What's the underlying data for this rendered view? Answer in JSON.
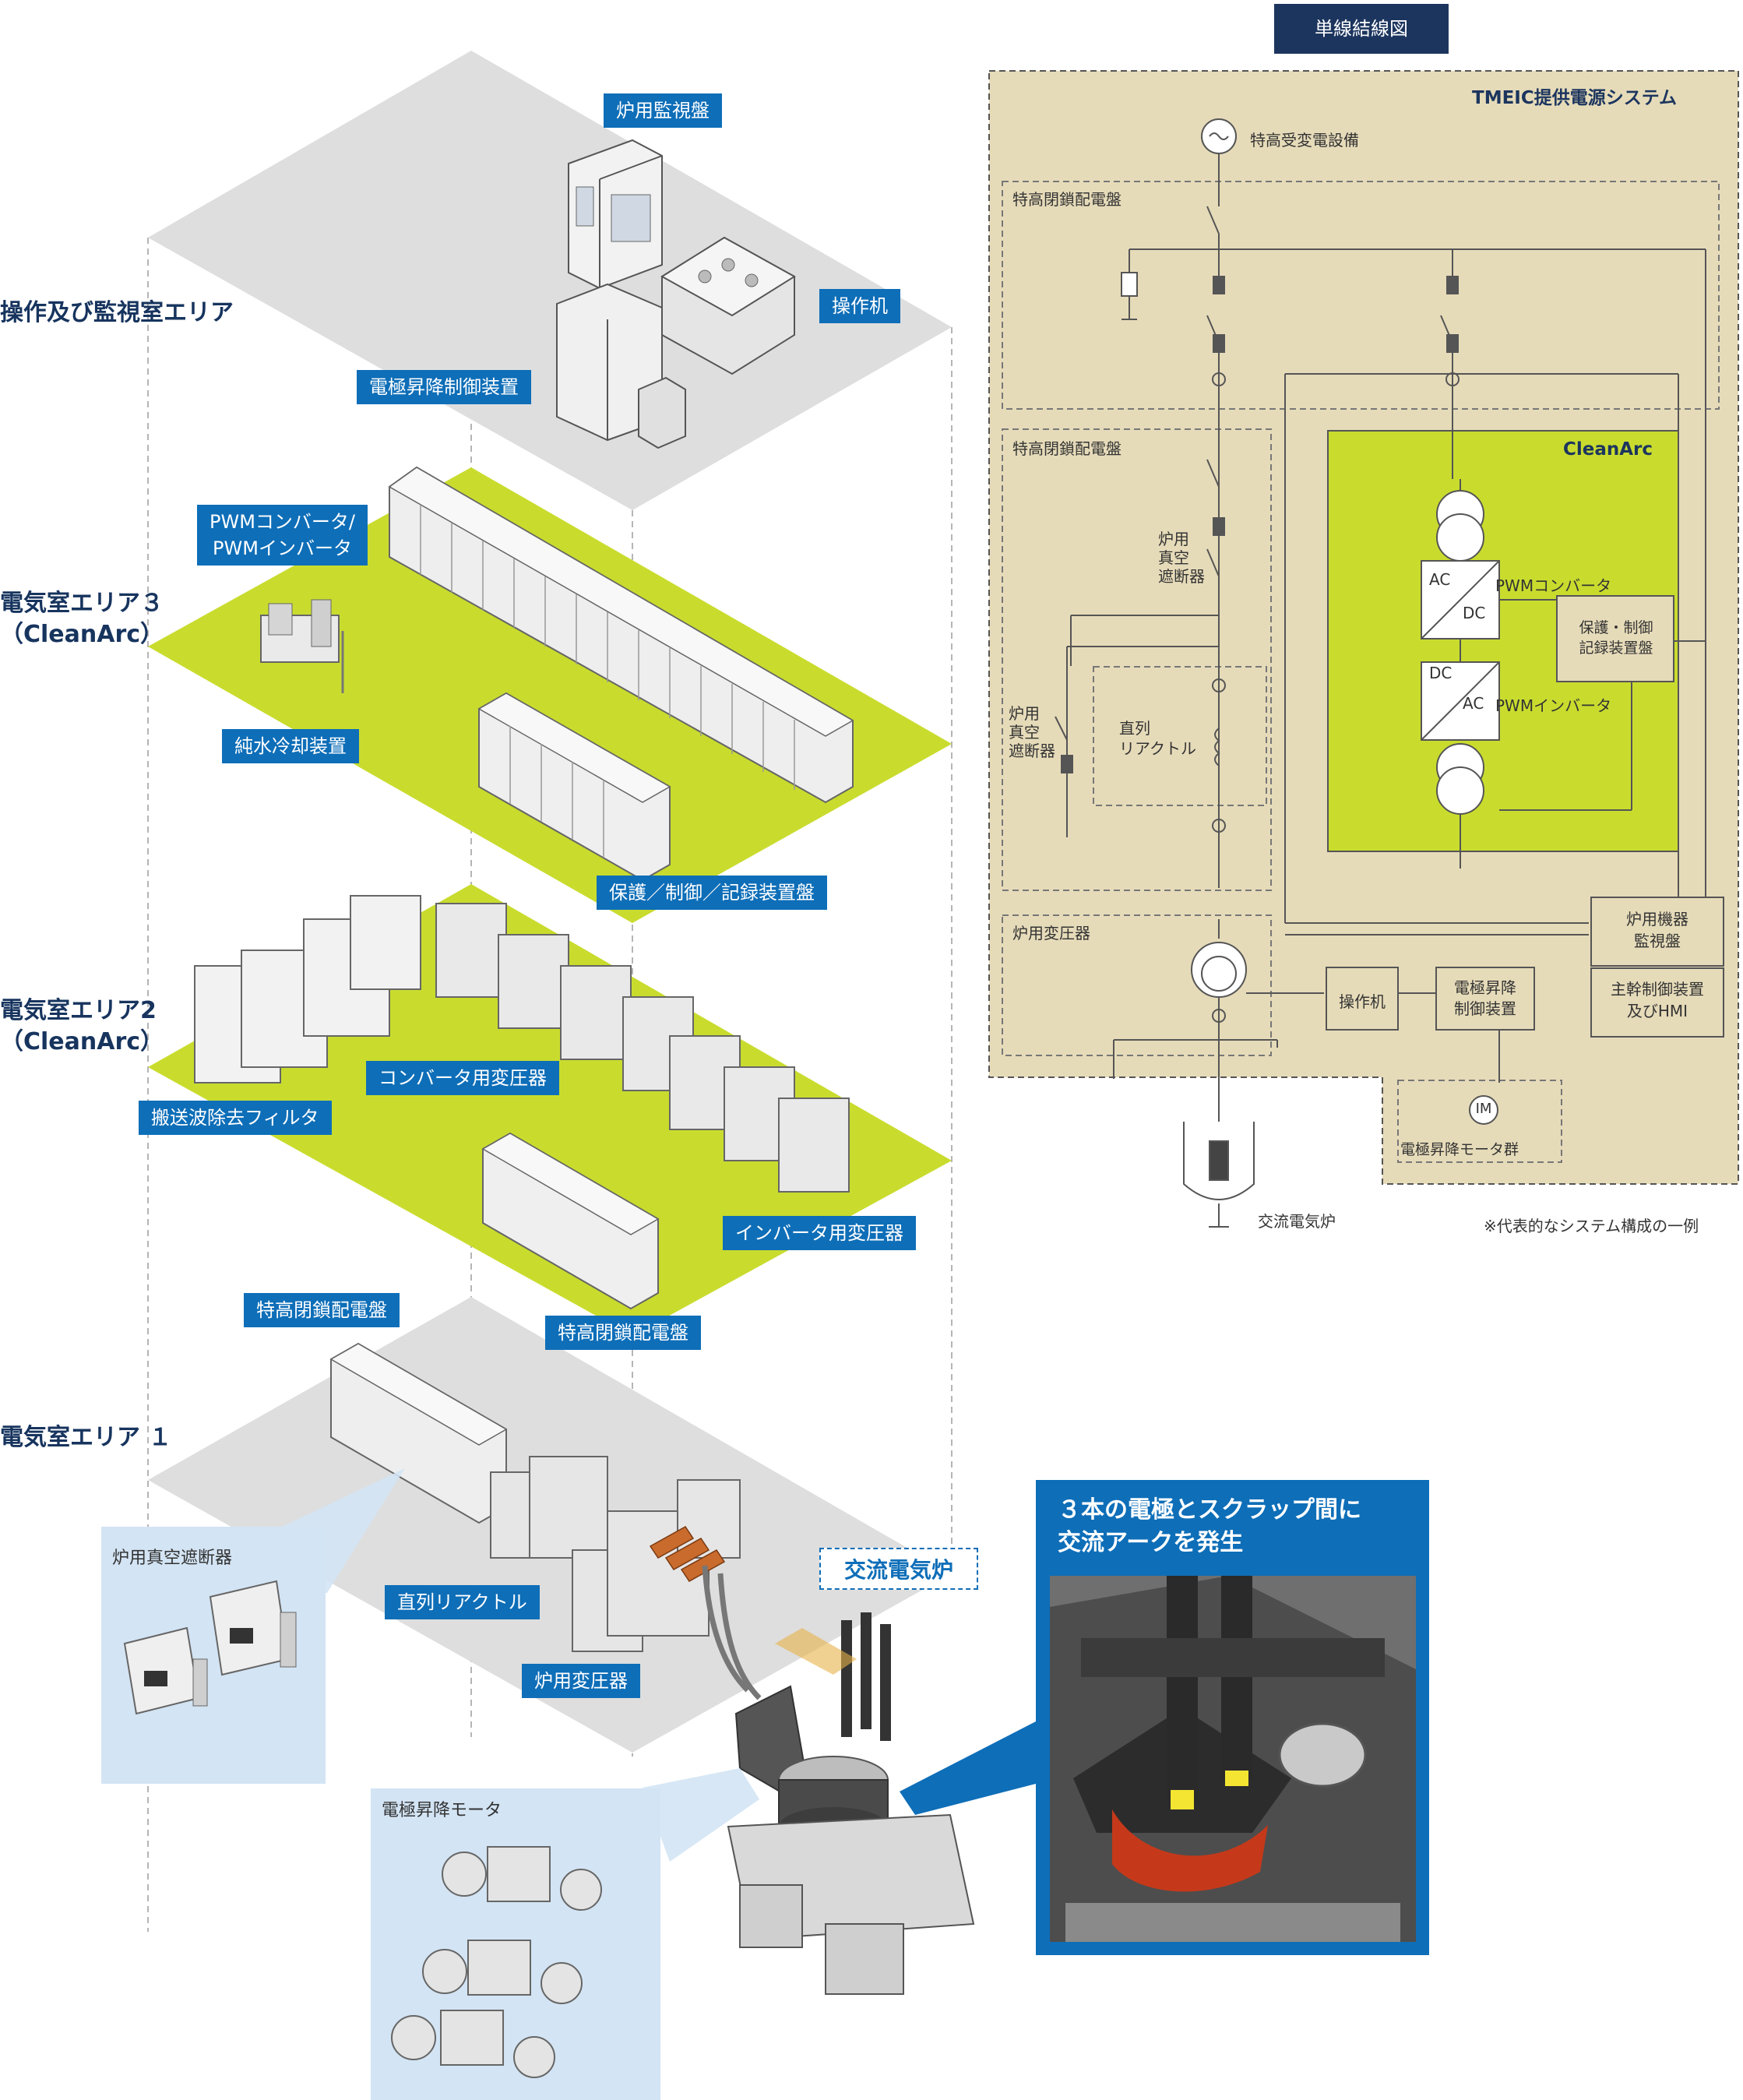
{
  "title": "単線結線図",
  "areas": {
    "control_room": "操作及び監視室エリア",
    "area3": "電気室エリア３\n（CleanArc）",
    "area2": "電気室エリア2\n（CleanArc）",
    "area1": "電気室エリア １"
  },
  "equipment_labels": {
    "furnace_monitor": "炉用監視盤",
    "operator_desk": "操作机",
    "electrode_control": "電極昇降制御装置",
    "pwm_conv_inv": "PWMコンバータ/\nPWMインバータ",
    "pure_water_cooling": "純水冷却装置",
    "protection_panel": "保護／制御／記録装置盤",
    "converter_transformer": "コンバータ用変圧器",
    "carrier_filter": "搬送波除去フィルタ",
    "inverter_transformer": "インバータ用変圧器",
    "ehv_switchgear_1": "特高閉鎖配電盤",
    "ehv_switchgear_2": "特高閉鎖配電盤",
    "series_reactor": "直列リアクトル",
    "furnace_transformer": "炉用変圧器",
    "ac_arc_furnace": "交流電気炉"
  },
  "insets": {
    "vacuum_breaker": "炉用真空遮断器",
    "electrode_motor": "電極昇降モータ"
  },
  "callout": "３本の電極とスクラップ間に\n交流アークを発生",
  "diagram": {
    "system_title": "TMEIC提供電源システム",
    "receiving": "特高受変電設備",
    "ehv_panel_a": "特高閉鎖配電盤",
    "ehv_panel_b": "特高閉鎖配電盤",
    "vcb_label_1": "炉用\n真空\n遮断器",
    "vcb_label_2": "炉用\n真空\n遮断器",
    "reactor_label": "直列\nリアクトル",
    "cleanarc": "CleanArc",
    "ac": "AC",
    "dc": "DC",
    "pwm_converter": "PWMコンバータ",
    "pwm_inverter": "PWMインバータ",
    "protection_box": "保護・制御\n記録装置盤",
    "furnace_transformer": "炉用変圧器",
    "furnace_monitor_box": "炉用機器\n監視盤",
    "main_control_box": "主幹制御装置\n及びHMI",
    "operator_box": "操作机",
    "electrode_box": "電極昇降\n制御装置",
    "motor_im": "IM",
    "motor_group": "電極昇降モータ群",
    "furnace": "交流電気炉",
    "note": "※代表的なシステム構成の一例"
  },
  "colors": {
    "navy": "#1c355e",
    "label_blue": "#0e6eb8",
    "lime": "#c9dc2e",
    "tan": "#e6dbb9",
    "floor_gray": "#dcdcdc"
  }
}
